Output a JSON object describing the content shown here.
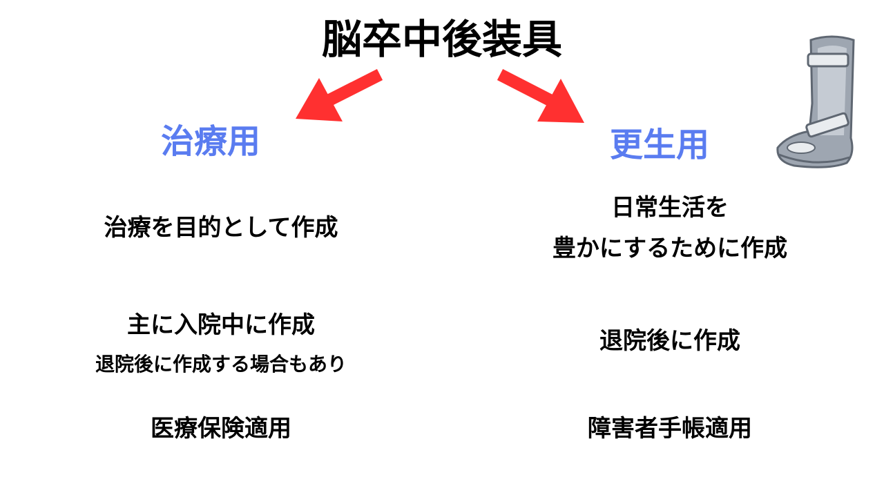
{
  "title": "脳卒中後装具",
  "colors": {
    "heading": "#5a7cf0",
    "arrow": "#ff3030",
    "text": "#000000"
  },
  "left": {
    "heading": "治療用",
    "purpose": "治療を目的として作成",
    "timing": "主に入院中に作成",
    "timing_note": "退院後に作成する場合もあり",
    "insurance": "医療保険適用"
  },
  "right": {
    "heading": "更生用",
    "purpose_line1": "日常生活を",
    "purpose_line2": "豊かにするために作成",
    "timing": "退院後に作成",
    "insurance": "障害者手帳適用"
  },
  "illustration": {
    "icon": "leg-brace-icon"
  }
}
